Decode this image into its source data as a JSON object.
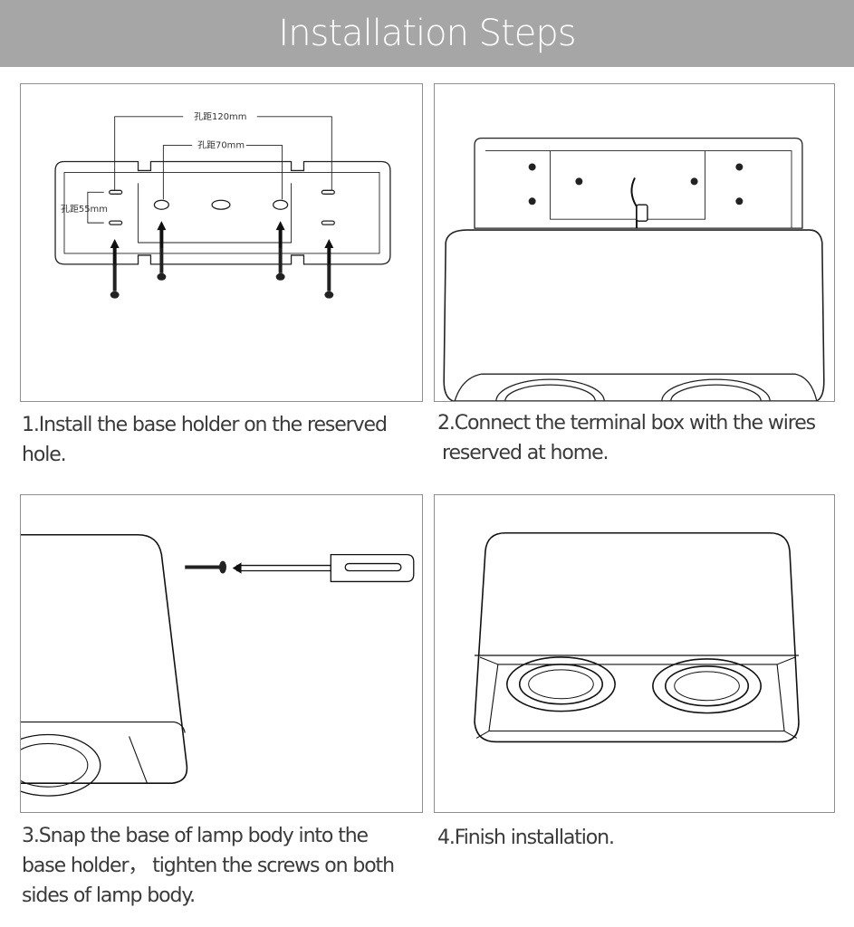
{
  "header": {
    "title": "Installation Steps",
    "background": "#a6a6a6"
  },
  "steps": [
    {
      "caption_lines": [
        "1.Install the base holder on the reserved",
        "hole."
      ],
      "dimensions": {
        "hole_120": "孔距120mm",
        "hole_70": "孔距70mm",
        "hole_55": "孔距55mm"
      }
    },
    {
      "caption_lines": [
        "2.Connect the terminal box with the wires",
        "reserved at home."
      ]
    },
    {
      "caption_lines": [
        "3.Snap the base of lamp body  into the",
        "base holder，  tighten the screws on both",
        "sides of lamp body."
      ]
    },
    {
      "caption_lines": [
        "4.Finish installation."
      ]
    }
  ],
  "icons": [
    "screw-icon",
    "arrow-up-icon",
    "screwdriver-icon",
    "terminal-box-icon",
    "downlight-fixture-icon"
  ]
}
